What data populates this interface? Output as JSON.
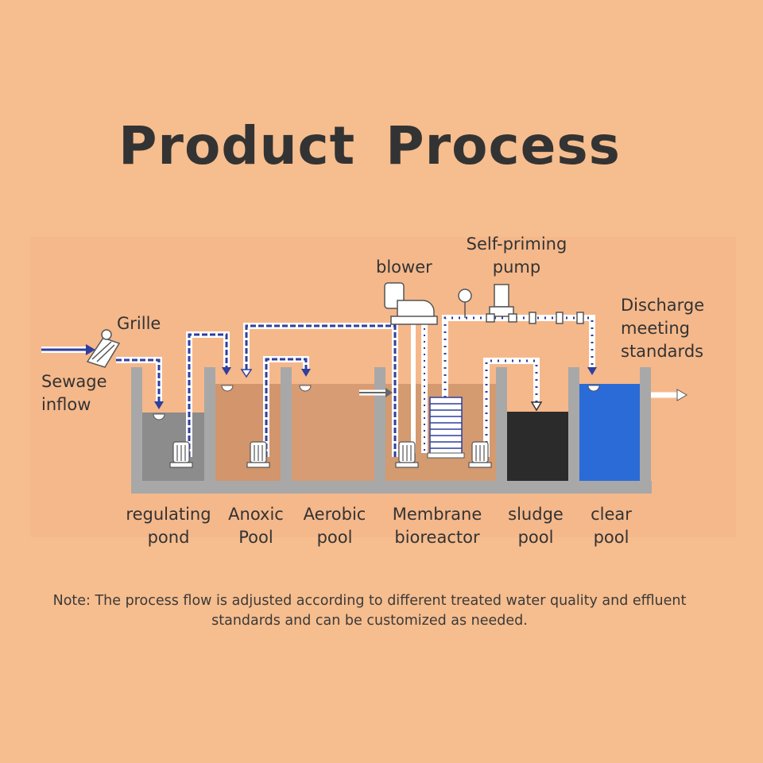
{
  "title": "Product Process",
  "labels": {
    "sewage_inflow": "Sewage\ninflow",
    "grille": "Grille",
    "blower": "blower",
    "self_priming_pump": "Self-priming\npump",
    "discharge": "Discharge\nmeeting\nstandards",
    "regulating_pond": "regulating\npond",
    "anoxic_pool": "Anoxic\nPool",
    "aerobic_pool": "Aerobic\npool",
    "membrane_bioreactor": "Membrane\nbioreactor",
    "sludge_pool": "sludge\npool",
    "clear_pool": "clear\npool"
  },
  "note": "Note: The process flow is adjusted according to different treated water quality and effluent standards and can be customized as needed.",
  "colors": {
    "background": "#f6bd8e",
    "panel": "#f5b88b",
    "tank_wall": "#a8a8a8",
    "regulating_water": "#8c8c8c",
    "anoxic_water": "#d2956c",
    "aerobic_water": "#d89c74",
    "membrane_water": "#d49a70",
    "sludge_water": "#2b2b2b",
    "clear_water": "#2a6bd8",
    "pipe_blue": "#2e3f9e",
    "text": "#333333"
  }
}
